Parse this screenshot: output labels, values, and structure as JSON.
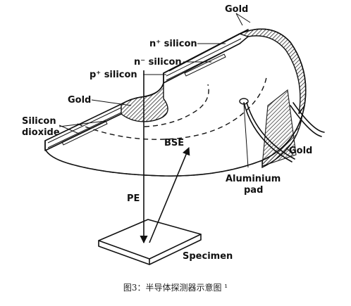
{
  "labels": {
    "gold_top": "Gold",
    "n_plus_silicon": "n⁺ silicon",
    "n_minus_silicon": "n⁻ silicon",
    "p_plus_silicon": "p⁺ silicon",
    "gold_left": "Gold",
    "silicon_dioxide_1": "Silicon",
    "silicon_dioxide_2": "dioxide",
    "bse": "BSE",
    "pe": "PE",
    "aluminium_pad_1": "Aluminium",
    "aluminium_pad_2": "pad",
    "gold_right": "Gold",
    "specimen": "Specimen"
  },
  "caption": "图3：半导体探测器示意图 ¹"
}
